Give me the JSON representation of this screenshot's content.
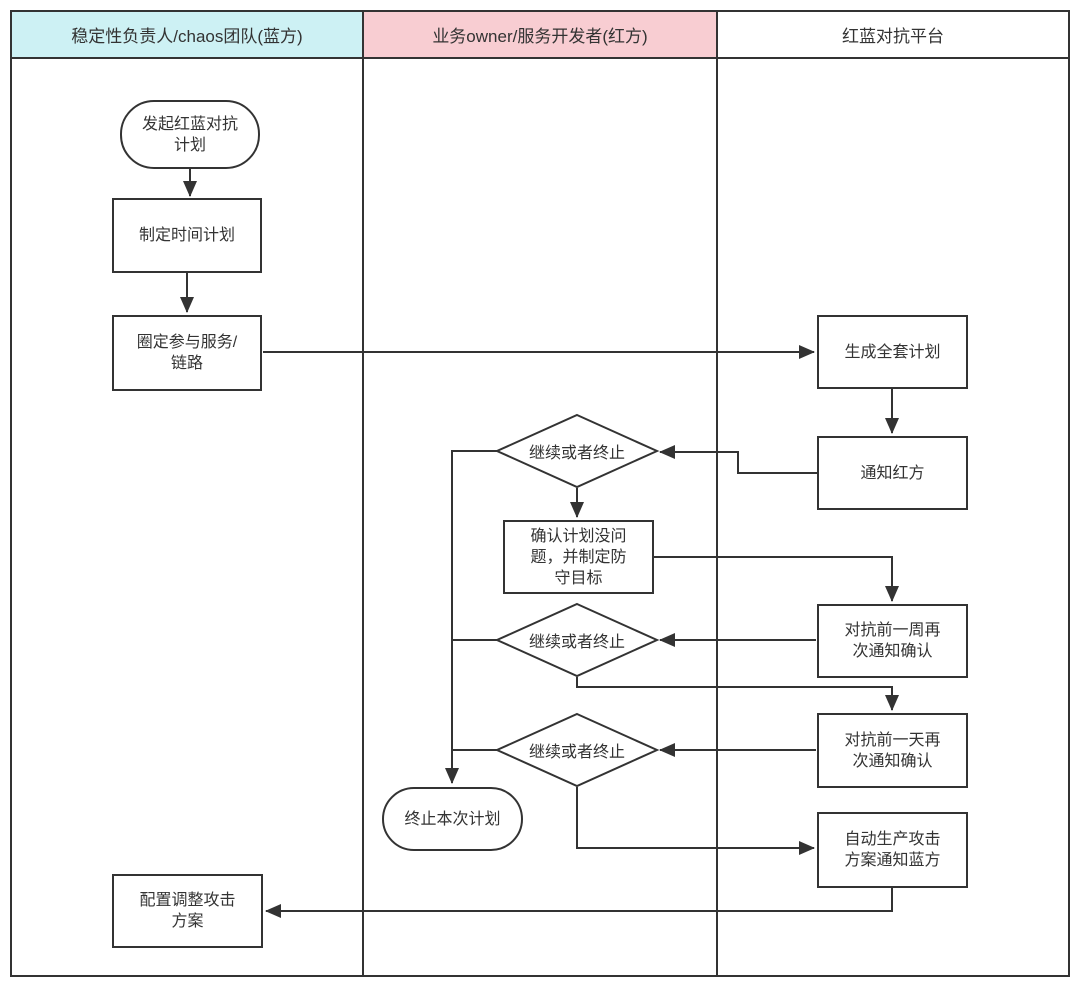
{
  "colors": {
    "stroke": "#333333",
    "lane1_header_bg": "#cdf1f4",
    "lane2_header_bg": "#f8cdd2",
    "lane3_header_bg": "#ffffff"
  },
  "lanes": [
    {
      "title": "稳定性负责人/chaos团队(蓝方)"
    },
    {
      "title": "业务owner/服务开发者(红方)"
    },
    {
      "title": "红蓝对抗平台"
    }
  ],
  "nodes": {
    "start": {
      "label": "发起红蓝对抗\n计划",
      "type": "terminator"
    },
    "make_time_plan": {
      "label": "制定时间计划",
      "type": "process"
    },
    "scope_services": {
      "label": "圈定参与服务/\n链路",
      "type": "process"
    },
    "generate_plan": {
      "label": "生成全套计划",
      "type": "process"
    },
    "notify_red": {
      "label": "通知红方",
      "type": "process"
    },
    "decision1": {
      "label": "继续或者终止",
      "type": "decision"
    },
    "confirm_plan": {
      "label": "确认计划没问\n题，并制定防\n守目标",
      "type": "process"
    },
    "notify_week_before": {
      "label": "对抗前一周再\n次通知确认",
      "type": "process"
    },
    "decision2": {
      "label": "继续或者终止",
      "type": "decision"
    },
    "notify_day_before": {
      "label": "对抗前一天再\n次通知确认",
      "type": "process"
    },
    "decision3": {
      "label": "继续或者终止",
      "type": "decision"
    },
    "terminate_plan": {
      "label": "终止本次计划",
      "type": "terminator"
    },
    "auto_attack_plan": {
      "label": "自动生产攻击\n方案通知蓝方",
      "type": "process"
    },
    "adjust_attack_plan": {
      "label": "配置调整攻击\n方案",
      "type": "process"
    }
  }
}
